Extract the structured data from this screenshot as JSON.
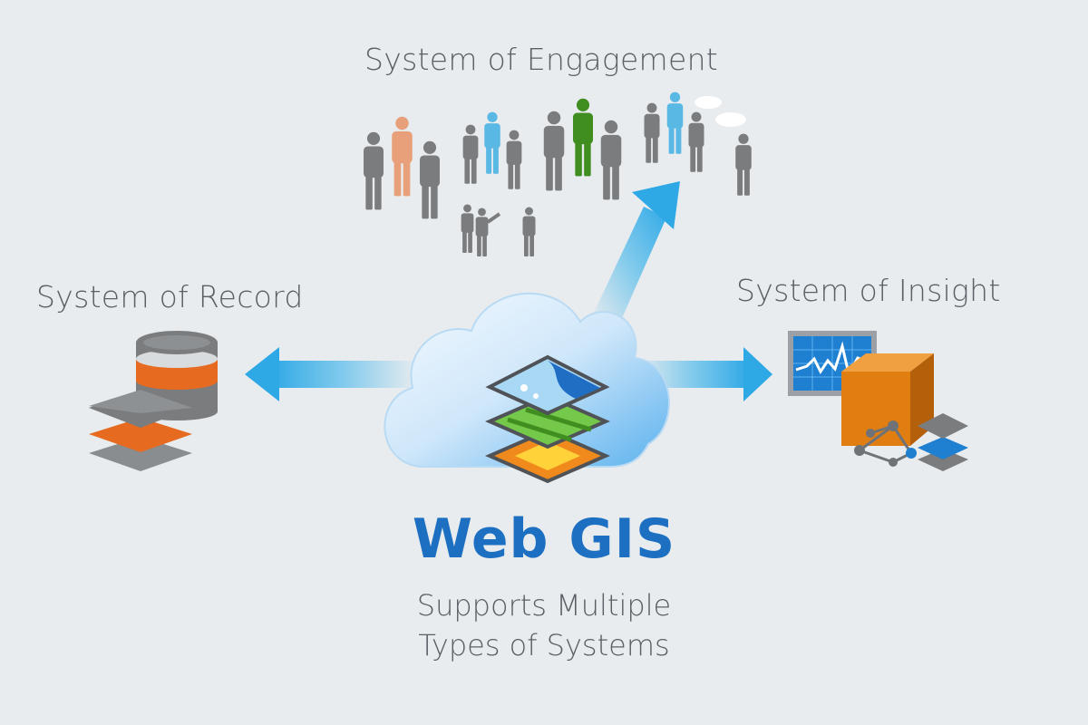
{
  "labels": {
    "engagement": "System of Engagement",
    "record": "System of Record",
    "insight": "System of Insight"
  },
  "center": {
    "title": "Web GIS",
    "subtitle_line1": "Supports Multiple",
    "subtitle_line2": "Types of Systems"
  },
  "colors": {
    "background": "#e8ecef",
    "title": "#1d6fc2",
    "arrow": "#3fb4ea",
    "person_gray": "#7a7c7e",
    "person_orange": "#e8a07a",
    "person_blue": "#5ab8e4",
    "person_green": "#3f8e1f",
    "database_orange": "#e66a1f",
    "cube_orange": "#e07e12"
  },
  "icons": [
    "people-crowd-icon",
    "speech-bubble-icon",
    "cloud-icon",
    "map-layers-icon",
    "database-icon",
    "layers-icon",
    "monitor-chart-icon",
    "cube-icon",
    "network-graph-icon"
  ]
}
